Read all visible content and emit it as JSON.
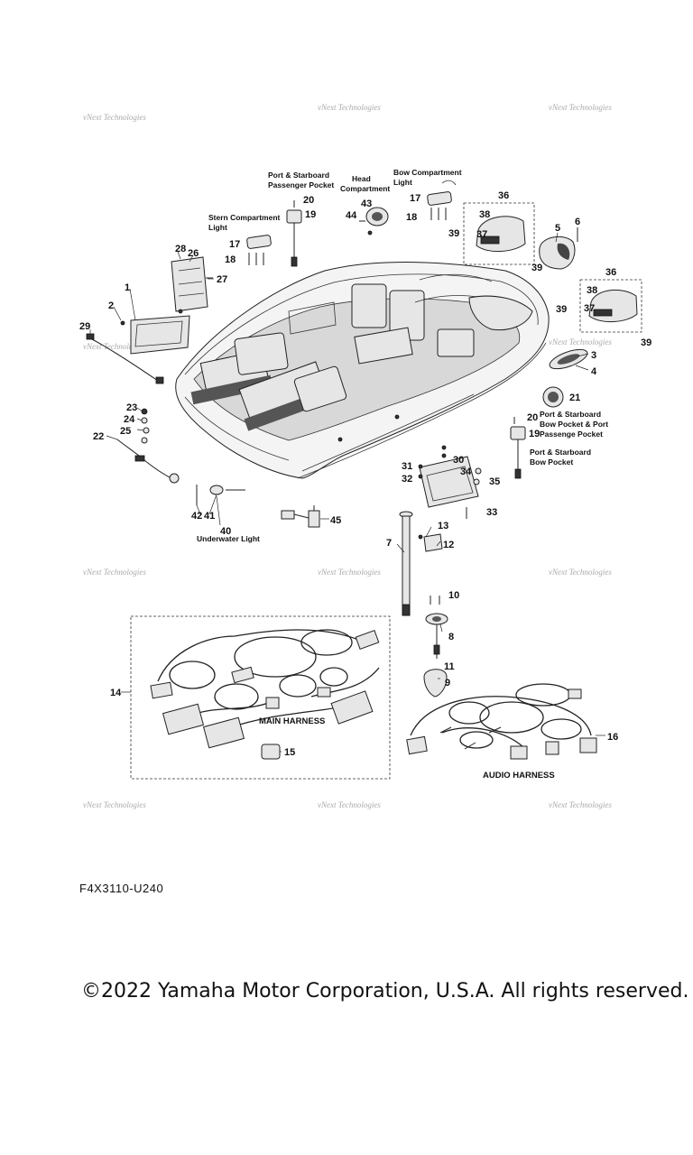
{
  "watermark": "vNext Technologies",
  "callouts": [
    "1",
    "2",
    "3",
    "4",
    "5",
    "6",
    "7",
    "8",
    "9",
    "10",
    "11",
    "12",
    "13",
    "14",
    "15",
    "16",
    "17",
    "18",
    "19",
    "20",
    "21",
    "22",
    "23",
    "24",
    "25",
    "26",
    "27",
    "28",
    "29",
    "30",
    "31",
    "32",
    "33",
    "34",
    "35",
    "36",
    "37",
    "38",
    "39",
    "40",
    "41",
    "42",
    "43",
    "44",
    "45"
  ],
  "labels": {
    "port_starboard_passenger_pocket_1": "Port & Starboard",
    "port_starboard_passenger_pocket_2": "Passenger Pocket",
    "head_compartment_1": "Head",
    "head_compartment_2": "Compartment",
    "bow_compartment_light_1": "Bow Compartment",
    "bow_compartment_light_2": "Light",
    "stern_compartment_light_1": "Stern Compartment",
    "stern_compartment_light_2": "Light",
    "bow_pocket_port_passenge_1": "Port & Starboard",
    "bow_pocket_port_passenge_2": "Bow Pocket & Port",
    "bow_pocket_port_passenge_3": "Passenge Pocket",
    "bow_pocket_1": "Port & Starboard",
    "bow_pocket_2": "Bow Pocket",
    "underwater_light": "Underwater Light",
    "main_harness": "MAIN HARNESS",
    "audio_harness": "AUDIO HARNESS"
  },
  "diagram_code": "F4X3110-U240",
  "copyright": "©2022 Yamaha Motor Corporation, U.S.A. All rights reserved."
}
